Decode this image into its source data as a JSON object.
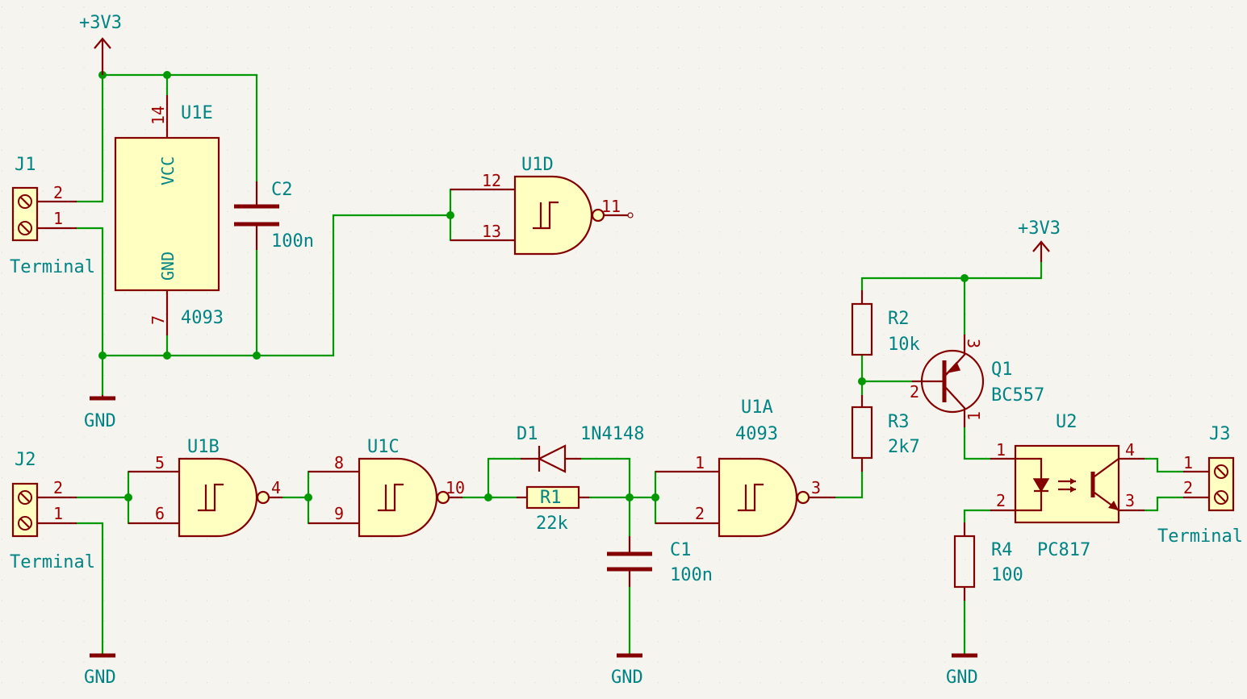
{
  "j1": {
    "ref": "J1",
    "value": "Terminal",
    "pin1": "1",
    "pin2": "2"
  },
  "j2": {
    "ref": "J2",
    "value": "Terminal",
    "pin1": "1",
    "pin2": "2"
  },
  "j3": {
    "ref": "J3",
    "value": "Terminal",
    "pin1": "1",
    "pin2": "2"
  },
  "u1e": {
    "ref": "U1E",
    "value": "4093",
    "vcc": "VCC",
    "gnd": "GND",
    "pin_vcc": "14",
    "pin_gnd": "7"
  },
  "u1d": {
    "ref": "U1D",
    "pin_a": "12",
    "pin_b": "13",
    "pin_out": "11"
  },
  "u1b": {
    "ref": "U1B",
    "pin_a": "5",
    "pin_b": "6",
    "pin_out": "4"
  },
  "u1c": {
    "ref": "U1C",
    "pin_a": "8",
    "pin_b": "9",
    "pin_out": "10"
  },
  "u1a": {
    "ref": "U1A",
    "value": "4093",
    "pin_a": "1",
    "pin_b": "2",
    "pin_out": "3"
  },
  "c1": {
    "ref": "C1",
    "value": "100n"
  },
  "c2": {
    "ref": "C2",
    "value": "100n"
  },
  "d1": {
    "ref": "D1",
    "value": "1N4148"
  },
  "r1": {
    "ref": "R1",
    "value": "22k"
  },
  "r2": {
    "ref": "R2",
    "value": "10k"
  },
  "r3": {
    "ref": "R3",
    "value": "2k7"
  },
  "r4": {
    "ref": "R4",
    "value": "100"
  },
  "q1": {
    "ref": "Q1",
    "value": "BC557",
    "pin_b": "2",
    "pin_c": "1",
    "pin_e": "3"
  },
  "u2": {
    "ref": "U2",
    "value": "PC817",
    "pin1": "1",
    "pin2": "2",
    "pin3": "3",
    "pin4": "4"
  },
  "power": {
    "vcc_label": "+3V3",
    "gnd_label": "GND"
  }
}
